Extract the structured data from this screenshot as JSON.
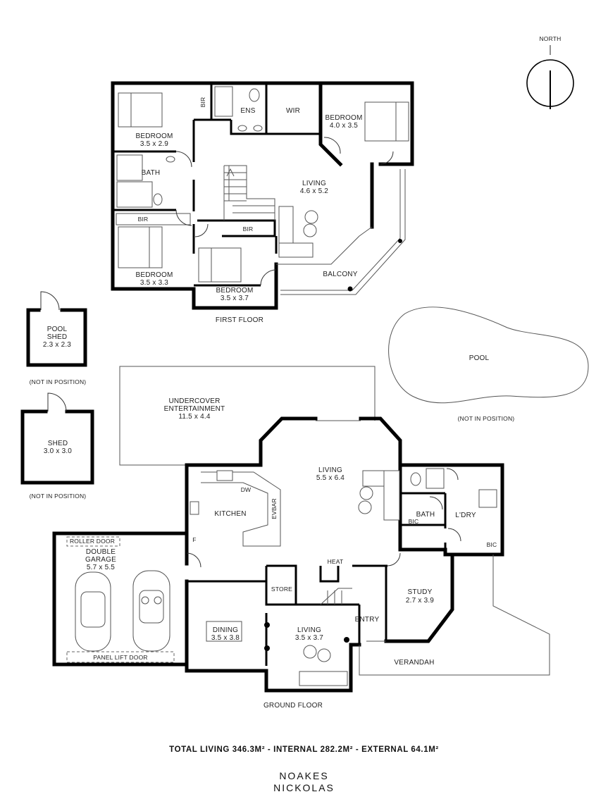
{
  "compass": {
    "label": "NORTH"
  },
  "floors": {
    "first": "FIRST FLOOR",
    "ground": "GROUND FLOOR"
  },
  "rooms": {
    "bedroom1": {
      "name": "BEDROOM",
      "size": "3.5 x 2.9"
    },
    "ens": {
      "name": "ENS"
    },
    "wir": {
      "name": "WIR"
    },
    "bedroom2": {
      "name": "BEDROOM",
      "size": "4.0 x 3.5"
    },
    "bath_upper": {
      "name": "BATH"
    },
    "living_upper": {
      "name": "LIVING",
      "size": "4.6 x 5.2"
    },
    "bedroom3": {
      "name": "BEDROOM",
      "size": "3.5 x 3.3"
    },
    "bedroom4": {
      "name": "BEDROOM",
      "size": "3.5 x 3.7"
    },
    "balcony": {
      "name": "BALCONY"
    },
    "pool_shed": {
      "name1": "POOL",
      "name2": "SHED",
      "size": "2.3 x 2.3"
    },
    "shed": {
      "name": "SHED",
      "size": "3.0 x 3.0"
    },
    "pool": {
      "name": "POOL"
    },
    "undercover": {
      "name1": "UNDERCOVER",
      "name2": "ENTERTAINMENT",
      "size": "11.5 x 4.4"
    },
    "living_ground": {
      "name": "LIVING",
      "size": "5.5 x 6.4"
    },
    "kitchen": {
      "name": "KITCHEN"
    },
    "bath_ground": {
      "name": "BATH"
    },
    "ldry": {
      "name": "L'DRY"
    },
    "garage": {
      "name1": "DOUBLE",
      "name2": "GARAGE",
      "size": "5.7 x 5.5"
    },
    "study": {
      "name": "STUDY",
      "size": "2.7 x 3.9"
    },
    "dining": {
      "name": "DINING",
      "size": "3.5 x 3.8"
    },
    "living_front": {
      "name": "LIVING",
      "size": "3.5 x 3.7"
    },
    "entry": {
      "name": "ENTRY"
    },
    "verandah": {
      "name": "VERANDAH"
    },
    "store": {
      "name": "STORE"
    }
  },
  "fixtures": {
    "bir": "BIR",
    "bic": "BIC",
    "dw": "DW",
    "evbar": "EVBAR",
    "heat": "HEAT",
    "f": "F",
    "roller_door": "ROLLER DOOR",
    "panel_lift_door": "PANEL LIFT DOOR"
  },
  "notes": {
    "not_in_position": "(NOT IN POSITION)"
  },
  "summary": "TOTAL LIVING 346.3M² - INTERNAL 282.2M² - EXTERNAL 64.1M²",
  "agency": {
    "line1": "NOAKES",
    "line2": "NICKOLAS"
  }
}
